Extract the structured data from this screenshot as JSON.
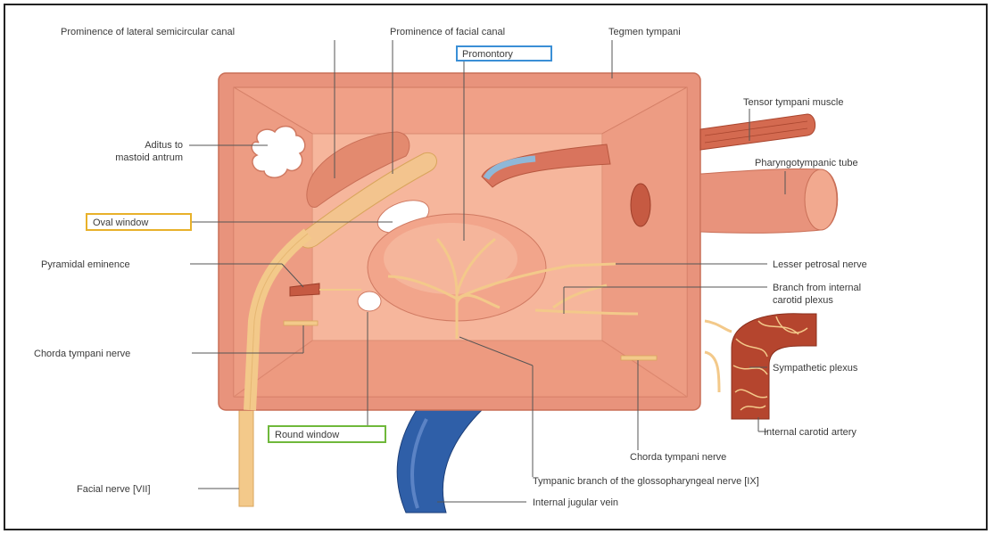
{
  "labels": {
    "prominence_lateral_canal": "Prominence of lateral semicircular canal",
    "prominence_facial_canal": "Prominence of facial canal",
    "promontory": "Promontory",
    "tegmen_tympani": "Tegmen tympani",
    "tensor_tympani_muscle": "Tensor tympani muscle",
    "pharyngotympanic_tube": "Pharyngotympanic tube",
    "aditus_line1": "Aditus to",
    "aditus_line2": "mastoid antrum",
    "oval_window": "Oval window",
    "pyramidal_eminence": "Pyramidal eminence",
    "lesser_petrosal_nerve": "Lesser petrosal nerve",
    "branch_internal_line1": "Branch from internal",
    "branch_internal_line2": "carotid plexus",
    "chorda_tympani_left": "Chorda tympani nerve",
    "sympathetic_plexus": "Sympathetic plexus",
    "internal_carotid_artery": "Internal carotid artery",
    "round_window": "Round window",
    "chorda_tympani_right": "Chorda tympani nerve",
    "tympanic_branch": "Tympanic branch of the glossopharyngeal nerve [IX]",
    "facial_nerve": "Facial nerve [VII]",
    "internal_jugular_vein": "Internal jugular vein"
  },
  "colors": {
    "box_outer": "#e8937c",
    "box_inner": "#f2a98f",
    "box_back": "#f7bfa6",
    "nerve": "#f3c98a",
    "vein": "#2f5fa8",
    "artery": "#b5452e",
    "oval_window_box": "#e8b12a",
    "promontory_box": "#3a8fd6",
    "round_window_box": "#6fb83b"
  }
}
